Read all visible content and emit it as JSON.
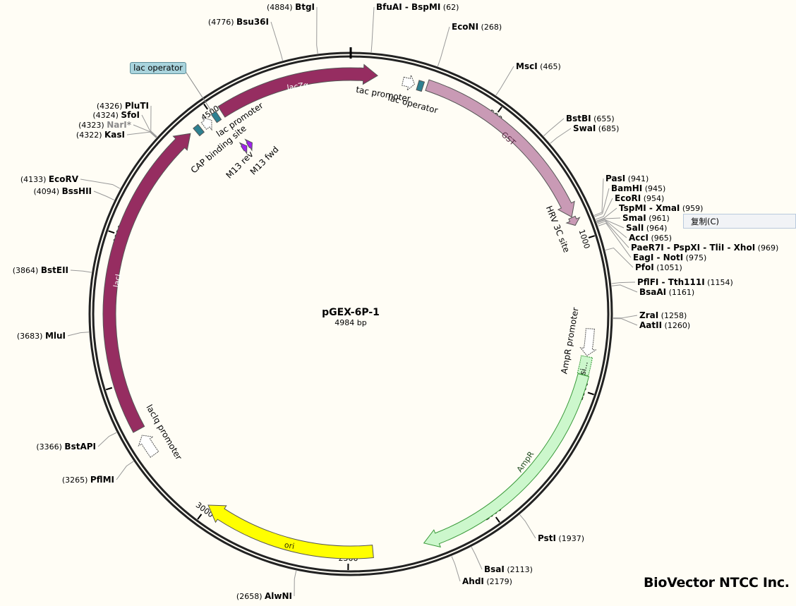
{
  "plasmid": {
    "name": "pGEX-6P-1",
    "length_label": "4984 bp",
    "length": 4984
  },
  "features": [
    {
      "id": "lacZa",
      "label": "lacZα",
      "start": 4533,
      "end": 89,
      "kind": "arrow",
      "color": "#962d61",
      "text_color": "#ffffff"
    },
    {
      "id": "gst",
      "label": "GST",
      "start": 256,
      "end": 918,
      "kind": "arrow",
      "color": "#c99ab5",
      "text_color": "#5a2a44"
    },
    {
      "id": "hrv",
      "label": "HRV 3C site",
      "start": 920,
      "end": 948,
      "kind": "arrow",
      "color": "#c99ab5",
      "text_color": "#000000"
    },
    {
      "id": "lacI",
      "label": "lacI",
      "start": 3342,
      "end": 4408,
      "kind": "arrow",
      "color": "#962d61",
      "text_color": "#ffffff"
    },
    {
      "id": "ori",
      "label": "ori",
      "start": 2418,
      "end": 3000,
      "kind": "arrow",
      "color": "#ffff00",
      "text_color": "#333300"
    },
    {
      "id": "ampR",
      "label": "AmpR",
      "start": 1450,
      "end": 2247,
      "kind": "arrow",
      "color": "#ccf7cc",
      "text_color": "#1e4a1e"
    },
    {
      "id": "ampRprom",
      "label": "AmpR promoter",
      "start": 1295,
      "end": 1385,
      "kind": "promoter",
      "color": "#ffffff",
      "text_color": "#000000"
    },
    {
      "id": "signal",
      "label": "si...",
      "start": 1388,
      "end": 1448,
      "kind": "box",
      "color": "#ccf7cc",
      "text_color": "#000000"
    },
    {
      "id": "tacprom",
      "label": "tac promoter",
      "start": 175,
      "end": 215,
      "kind": "promoter",
      "color": "#ffffff",
      "text_color": "#000000"
    },
    {
      "id": "lacop1",
      "label": "lac operator",
      "start": 226,
      "end": 244,
      "kind": "box",
      "color": "#2e8191",
      "text_color": "#000000"
    },
    {
      "id": "lacIqprom",
      "label": "lacIq promoter",
      "start": 3245,
      "end": 3320,
      "kind": "promoter",
      "color": "#ffffff",
      "text_color": "#000000"
    },
    {
      "id": "cap",
      "label": "CAP binding site",
      "start": 4426,
      "end": 4446,
      "kind": "box",
      "color": "#2e8191",
      "text_color": "#000000"
    },
    {
      "id": "lacprom",
      "label": "lac promoter",
      "start": 4458,
      "end": 4490,
      "kind": "promoter",
      "color": "#ffffff",
      "text_color": "#000000"
    },
    {
      "id": "lacop2",
      "label": "lac operator",
      "start": 4500,
      "end": 4518,
      "kind": "box",
      "color": "#2e8191",
      "text_color": "#000000"
    },
    {
      "id": "m13rev",
      "label": "M13 rev",
      "start": 4525,
      "end": 4545,
      "kind": "primer",
      "color": "#a020f0",
      "text_color": "#000000"
    },
    {
      "id": "m13fwd",
      "label": "M13 fwd",
      "start": 4550,
      "end": 4570,
      "kind": "primer",
      "color": "#a020f0",
      "text_color": "#000000"
    }
  ],
  "ticks": [
    "500",
    "1000",
    "1500",
    "2000",
    "2500",
    "3000",
    "3500",
    "4000",
    "4500"
  ],
  "sites": [
    {
      "name": "BtgI",
      "pos": 4884,
      "pos_label": "(4884)"
    },
    {
      "name": "Bsu36I",
      "pos": 4776,
      "pos_label": "(4776)"
    },
    {
      "name": "BfuAI - BspMI",
      "pos": 62,
      "pos_label": "(62)"
    },
    {
      "name": "EcoNI",
      "pos": 268,
      "pos_label": "(268)"
    },
    {
      "name": "MscI",
      "pos": 465,
      "pos_label": "(465)"
    },
    {
      "name": "BstBI",
      "pos": 655,
      "pos_label": "(655)"
    },
    {
      "name": "SwaI",
      "pos": 685,
      "pos_label": "(685)"
    },
    {
      "name": "PasI",
      "pos": 941,
      "pos_label": "(941)"
    },
    {
      "name": "BamHI",
      "pos": 945,
      "pos_label": "(945)"
    },
    {
      "name": "EcoRI",
      "pos": 954,
      "pos_label": "(954)"
    },
    {
      "name": "TspMI - XmaI",
      "pos": 959,
      "pos_label": "(959)"
    },
    {
      "name": "SmaI",
      "pos": 961,
      "pos_label": "(961)"
    },
    {
      "name": "SalI",
      "pos": 964,
      "pos_label": "(964)"
    },
    {
      "name": "AccI",
      "pos": 965,
      "pos_label": "(965)"
    },
    {
      "name": "PaeR7I - PspXI - TliI - XhoI",
      "pos": 969,
      "pos_label": "(969)"
    },
    {
      "name": "EagI - NotI",
      "pos": 975,
      "pos_label": "(975)"
    },
    {
      "name": "PfoI",
      "pos": 1051,
      "pos_label": "(1051)"
    },
    {
      "name": "PflFI - Tth111I",
      "pos": 1154,
      "pos_label": "(1154)"
    },
    {
      "name": "BsaAI",
      "pos": 1161,
      "pos_label": "(1161)"
    },
    {
      "name": "ZraI",
      "pos": 1258,
      "pos_label": "(1258)"
    },
    {
      "name": "AatII",
      "pos": 1260,
      "pos_label": "(1260)"
    },
    {
      "name": "PstI",
      "pos": 1937,
      "pos_label": "(1937)"
    },
    {
      "name": "BsaI",
      "pos": 2113,
      "pos_label": "(2113)"
    },
    {
      "name": "AhdI",
      "pos": 2179,
      "pos_label": "(2179)"
    },
    {
      "name": "AlwNI",
      "pos": 2658,
      "pos_label": "(2658)"
    },
    {
      "name": "PflMI",
      "pos": 3265,
      "pos_label": "(3265)"
    },
    {
      "name": "BstAPI",
      "pos": 3366,
      "pos_label": "(3366)"
    },
    {
      "name": "MluI",
      "pos": 3683,
      "pos_label": "(3683)"
    },
    {
      "name": "BstEII",
      "pos": 3864,
      "pos_label": "(3864)"
    },
    {
      "name": "BssHII",
      "pos": 4094,
      "pos_label": "(4094)"
    },
    {
      "name": "EcoRV",
      "pos": 4133,
      "pos_label": "(4133)"
    },
    {
      "name": "KasI",
      "pos": 4322,
      "pos_label": "(4322)"
    },
    {
      "name": "NarI*",
      "pos": 4323,
      "pos_label": "(4323)",
      "muted": true
    },
    {
      "name": "SfoI",
      "pos": 4324,
      "pos_label": "(4324)"
    },
    {
      "name": "PluTI",
      "pos": 4326,
      "pos_label": "(4326)"
    }
  ],
  "callout": {
    "label": "lac operator"
  },
  "context_menu": {
    "copy": "复制(C)"
  },
  "watermark": "BioVector NTCC Inc.",
  "colors": {
    "background": "#fffdf5",
    "ring": "#222222"
  }
}
